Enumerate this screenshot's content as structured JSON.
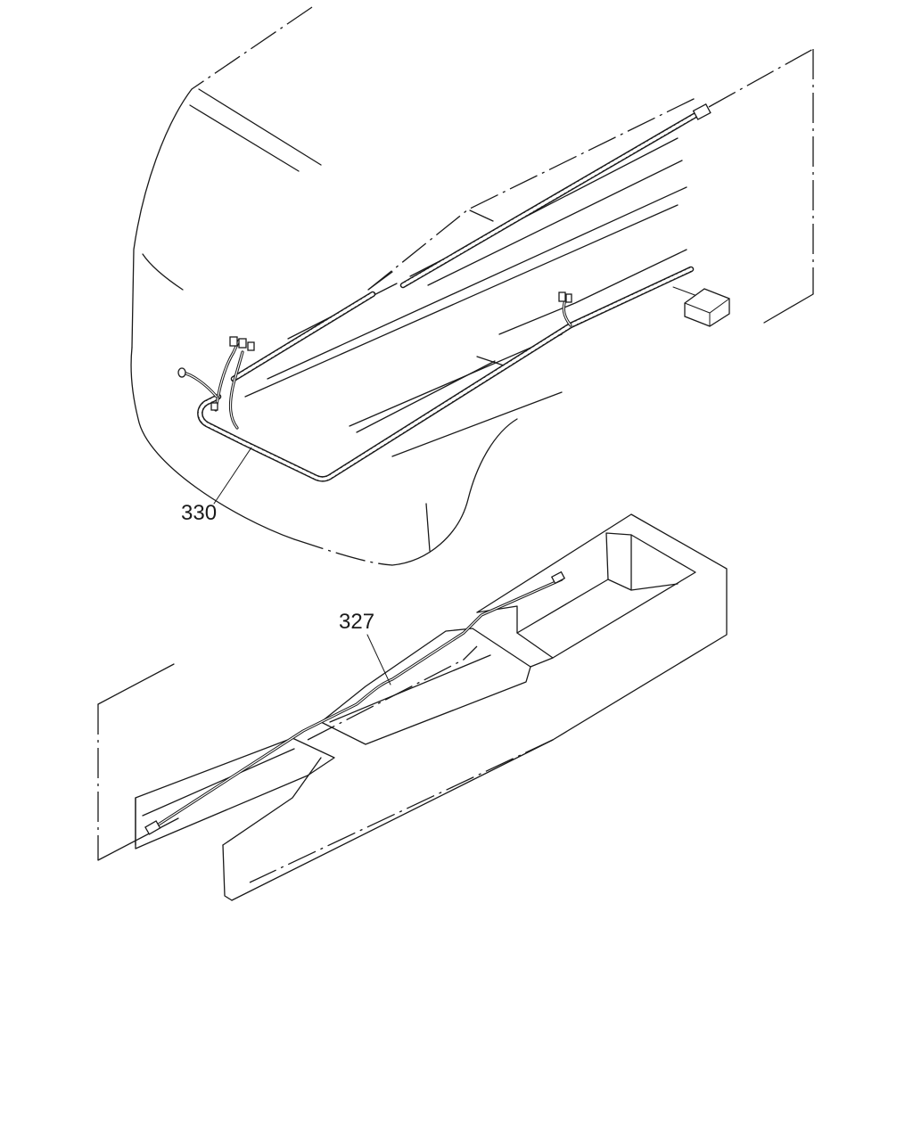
{
  "callouts": [
    {
      "id": "harness",
      "label": "330"
    },
    {
      "id": "console-cable",
      "label": "327"
    }
  ]
}
